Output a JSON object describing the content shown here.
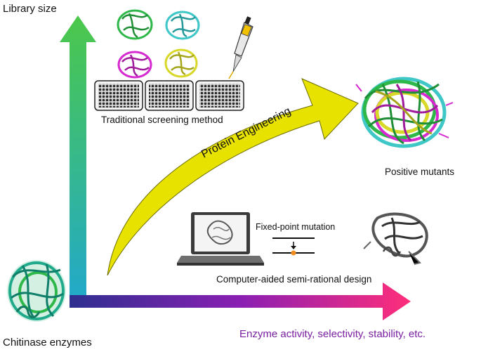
{
  "axes": {
    "y_label": "Library size",
    "x_label": "Enzyme activity, selectivity, stability, etc.",
    "origin_label": "Chitinase enzymes"
  },
  "traditional": {
    "caption": "Traditional screening method",
    "plate_count": 3
  },
  "engineering": {
    "arrow_label": "Protein Engineering"
  },
  "result": {
    "caption": "Positive mutants"
  },
  "rational": {
    "mutation_label": "Fixed-point mutation",
    "caption": "Computer-aided semi-rational design"
  },
  "colors": {
    "y_arrow_top": "#4cc84a",
    "y_arrow_bottom": "#22a9c9",
    "x_arrow_left": "#2e2f8f",
    "x_arrow_mid": "#8a1fb3",
    "x_arrow_right": "#ff2e7a",
    "curve_arrow": "#e7e200",
    "enzyme_label": "#7a1fa0",
    "protein_green": "#2fb84a",
    "protein_cyan": "#3fc7c7",
    "protein_magenta": "#d62ad0",
    "protein_yellow": "#d8d82a",
    "protein_gray": "#6a6a6a"
  }
}
